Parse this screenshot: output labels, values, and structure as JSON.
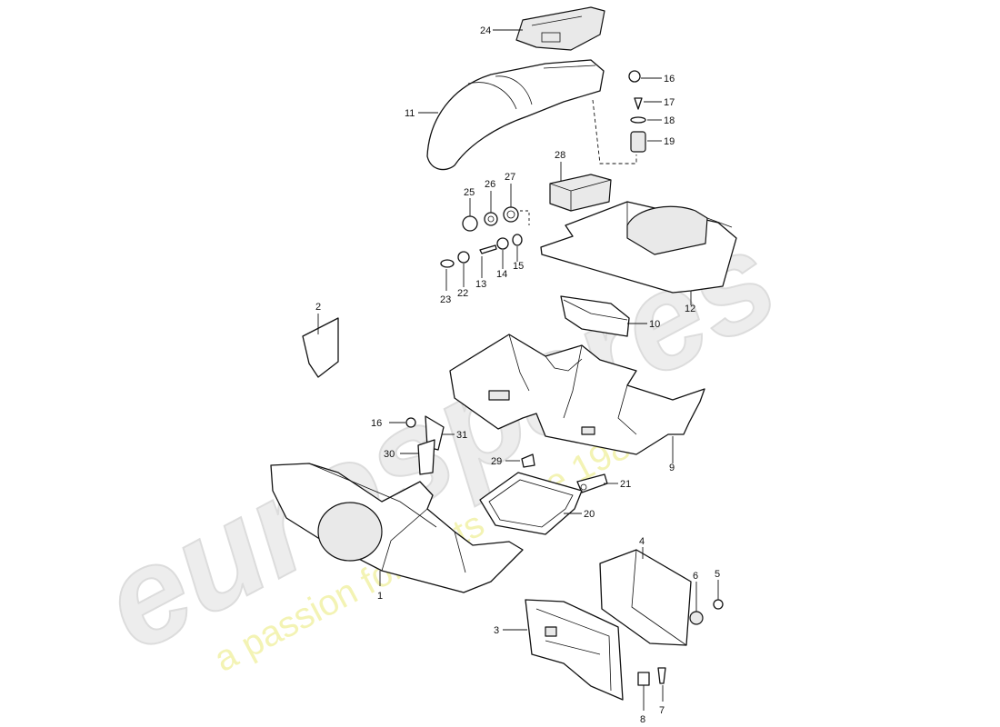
{
  "watermark": {
    "brand": "eurospares",
    "tagline": "a passion for parts since 1985"
  },
  "callouts": [
    {
      "id": "c1",
      "label": "1"
    },
    {
      "id": "c2",
      "label": "2"
    },
    {
      "id": "c3",
      "label": "3"
    },
    {
      "id": "c4",
      "label": "4"
    },
    {
      "id": "c5",
      "label": "5"
    },
    {
      "id": "c6",
      "label": "6"
    },
    {
      "id": "c7",
      "label": "7"
    },
    {
      "id": "c8",
      "label": "8"
    },
    {
      "id": "c9",
      "label": "9"
    },
    {
      "id": "c10",
      "label": "10"
    },
    {
      "id": "c11",
      "label": "11"
    },
    {
      "id": "c12",
      "label": "12"
    },
    {
      "id": "c13",
      "label": "13"
    },
    {
      "id": "c14",
      "label": "14"
    },
    {
      "id": "c15",
      "label": "15"
    },
    {
      "id": "c16a",
      "label": "16"
    },
    {
      "id": "c16b",
      "label": "16"
    },
    {
      "id": "c17",
      "label": "17"
    },
    {
      "id": "c18",
      "label": "18"
    },
    {
      "id": "c19",
      "label": "19"
    },
    {
      "id": "c20",
      "label": "20"
    },
    {
      "id": "c21",
      "label": "21"
    },
    {
      "id": "c22",
      "label": "22"
    },
    {
      "id": "c23",
      "label": "23"
    },
    {
      "id": "c24",
      "label": "24"
    },
    {
      "id": "c25",
      "label": "25"
    },
    {
      "id": "c26",
      "label": "26"
    },
    {
      "id": "c27",
      "label": "27"
    },
    {
      "id": "c28",
      "label": "28"
    },
    {
      "id": "c29",
      "label": "29"
    },
    {
      "id": "c30",
      "label": "30"
    },
    {
      "id": "c31",
      "label": "31"
    }
  ]
}
